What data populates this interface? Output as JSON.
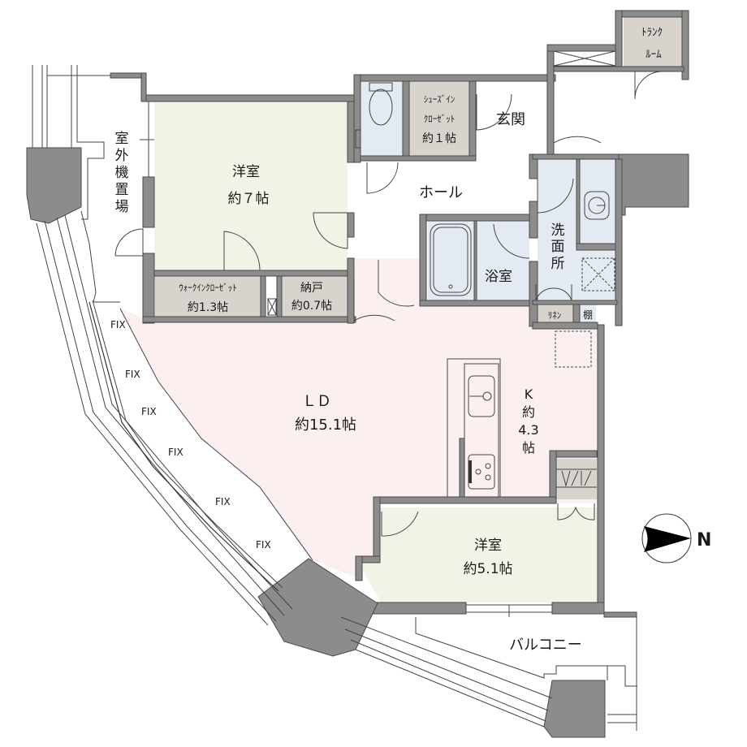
{
  "colors": {
    "wall": "#8c8c8c",
    "wall_edge": "#4a4a4a",
    "western_room": "#f3f2e6",
    "closet": "#d9d3ce",
    "wet_area": "#e3eaf2",
    "ld_floor": "#fcefef",
    "hall": "#ffffff"
  },
  "rooms": {
    "western_7": {
      "name": "洋室",
      "size": "約７帖"
    },
    "western_5": {
      "name": "洋室",
      "size": "約5.1帖"
    },
    "ld": {
      "name": "ＬＤ",
      "size": "約15.1帖"
    },
    "kitchen": {
      "name_line1": "K",
      "name_line2": "約",
      "name_line3": "4.3",
      "name_line4": "帖"
    },
    "wic": {
      "name": "ｳｫｰｸｲﾝｸﾛｰｾﾞｯﾄ",
      "size": "約1.3帖"
    },
    "storage": {
      "name": "納戸",
      "size": "約0.7帖"
    },
    "shoe_closet": {
      "line1": "ｼｭｰｽﾞｲﾝ",
      "line2": "ｸﾛｰｾﾞｯﾄ",
      "line3": "約１帖"
    },
    "entrance": {
      "name": "玄関"
    },
    "hall": {
      "name": "ホール"
    },
    "bathroom": {
      "name": "浴室"
    },
    "washroom": {
      "c1": "洗",
      "c2": "面",
      "c3": "所"
    },
    "linen": {
      "name": "ﾘﾈﾝ"
    },
    "shelf": {
      "name": "棚"
    },
    "trunk_room": {
      "line1": "ﾄﾗﾝｸ",
      "line2": "ﾙｰﾑ"
    },
    "outdoor_unit": {
      "c1": "室",
      "c2": "外",
      "c3": "機",
      "c4": "置",
      "c5": "場"
    },
    "balcony": {
      "name": "バルコニー"
    }
  },
  "windows": {
    "fix_labels": [
      "FIX",
      "FIX",
      "FIX",
      "FIX",
      "FIX",
      "FIX"
    ]
  },
  "compass": {
    "label": "N"
  }
}
